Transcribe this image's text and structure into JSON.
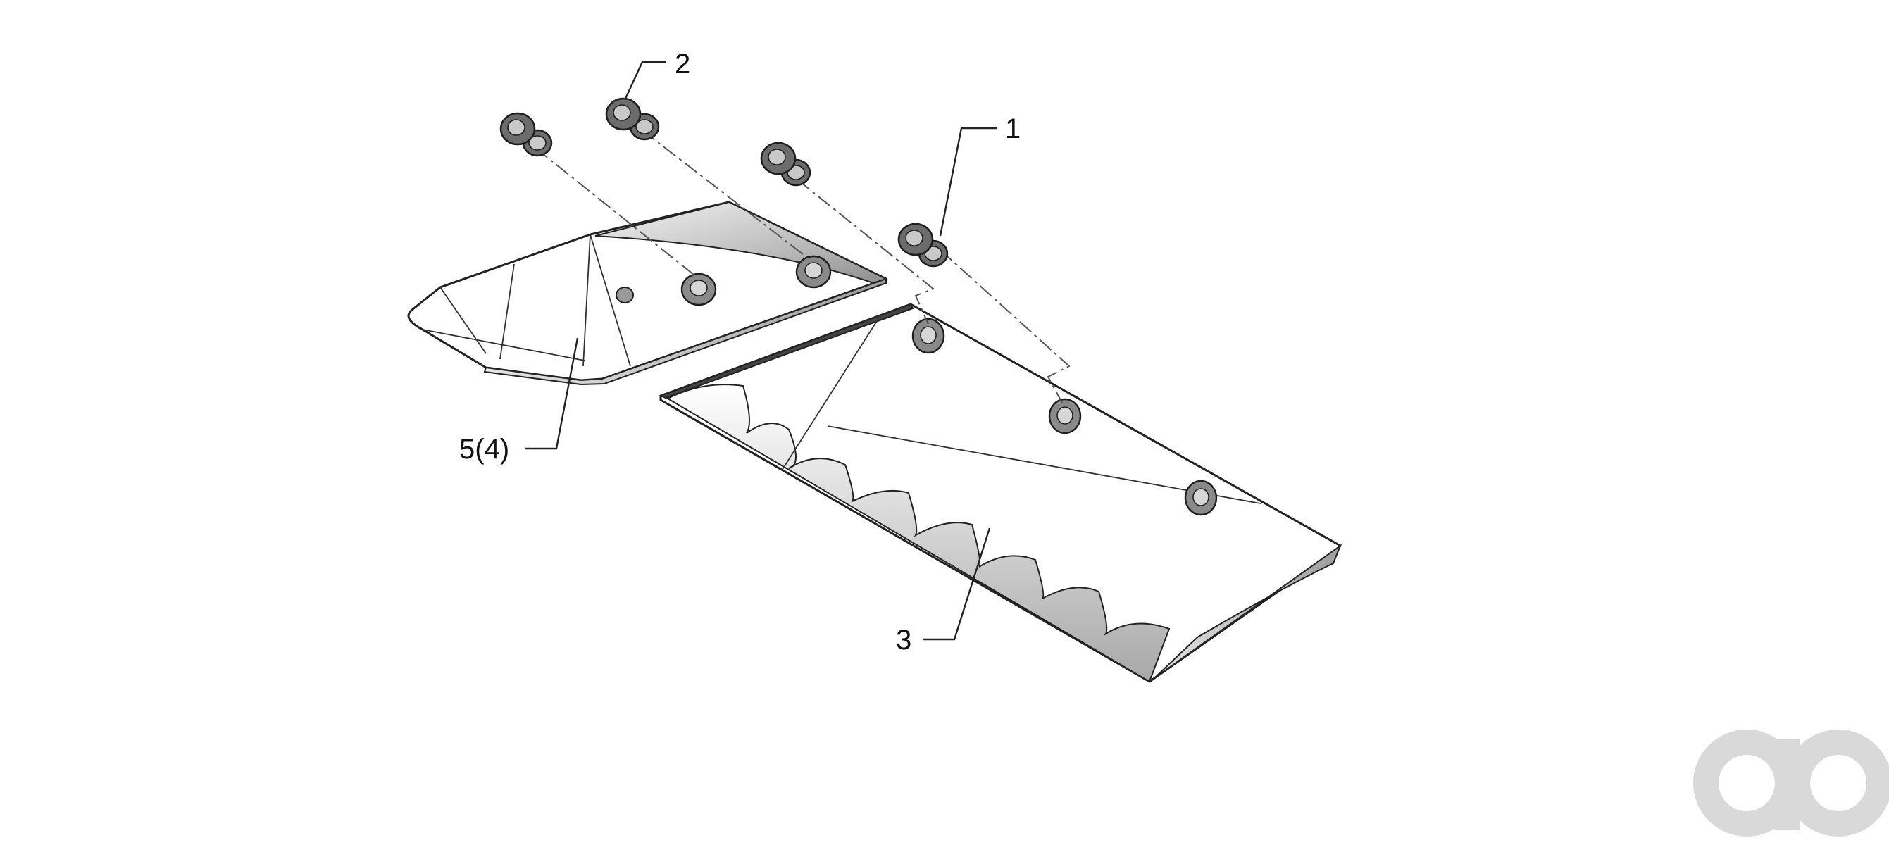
{
  "diagram": {
    "callouts": [
      {
        "id": "1",
        "label": "1"
      },
      {
        "id": "2",
        "label": "2"
      },
      {
        "id": "3",
        "label": "3"
      },
      {
        "id": "5",
        "label": "5(4)"
      }
    ]
  },
  "watermark": {
    "text": "ao",
    "color": "#d9d9d9"
  },
  "colors": {
    "background": "#ffffff",
    "line": "#222222",
    "fastener": "#6c6c6c",
    "shade": "#bdbdbd"
  }
}
